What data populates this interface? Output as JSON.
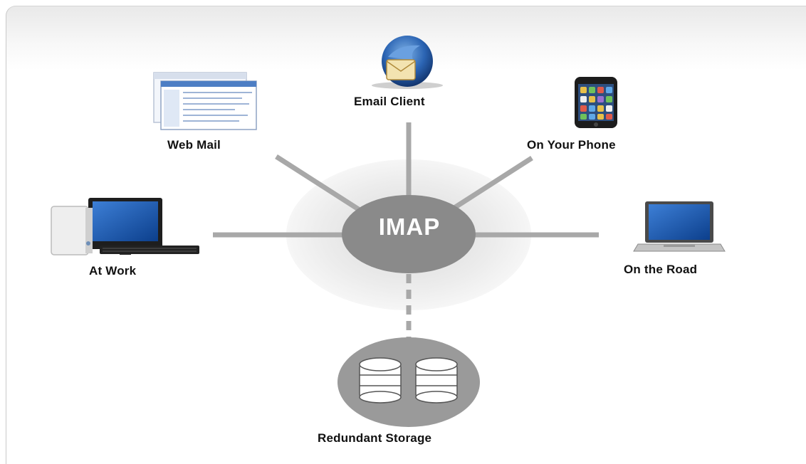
{
  "hub": {
    "label": "IMAP"
  },
  "nodes": {
    "email_client": "Email Client",
    "web_mail": "Web Mail",
    "on_your_phone": "On Your Phone",
    "at_work": "At Work",
    "on_the_road": "On the Road",
    "redundant_storage": "Redundant Storage"
  },
  "colors": {
    "hub": "#8a8a8a",
    "connector": "#a8a8a8",
    "halo": "#e6e6e6"
  }
}
